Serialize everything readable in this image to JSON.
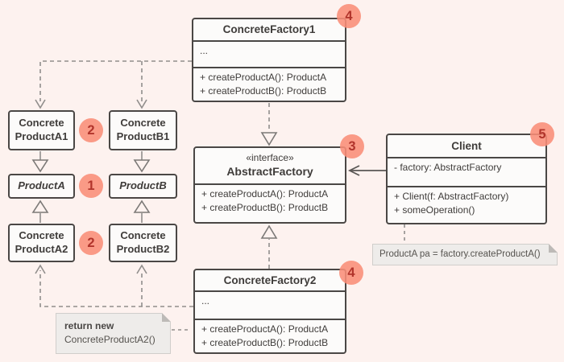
{
  "classes": {
    "concrete_factory1": {
      "title": "ConcreteFactory1",
      "fields": "...",
      "methods": [
        "+ createProductA(): ProductA",
        "+ createProductB(): ProductB"
      ]
    },
    "abstract_factory": {
      "stereotype": "«interface»",
      "title": "AbstractFactory",
      "methods": [
        "+ createProductA(): ProductA",
        "+ createProductB(): ProductB"
      ]
    },
    "concrete_factory2": {
      "title": "ConcreteFactory2",
      "fields": "...",
      "methods": [
        "+ createProductA(): ProductA",
        "+ createProductB(): ProductB"
      ]
    },
    "client": {
      "title": "Client",
      "attributes": [
        "- factory: AbstractFactory"
      ],
      "methods": [
        "+ Client(f: AbstractFactory)",
        "+ someOperation()"
      ]
    },
    "concrete_product_a1": {
      "line1": "Concrete",
      "line2": "ProductA1"
    },
    "concrete_product_b1": {
      "line1": "Concrete",
      "line2": "ProductB1"
    },
    "product_a": {
      "title": "ProductA"
    },
    "product_b": {
      "title": "ProductB"
    },
    "concrete_product_a2": {
      "line1": "Concrete",
      "line2": "ProductA2"
    },
    "concrete_product_b2": {
      "line1": "Concrete",
      "line2": "ProductB2"
    }
  },
  "notes": {
    "client_note": {
      "text": "ProductA pa = factory.createProductA()"
    },
    "factory2_note": {
      "bold": "return new",
      "text": "ConcreteProductA2()"
    }
  },
  "badges": {
    "factory1": "4",
    "products1": "2",
    "products_interface": "1",
    "products2": "2",
    "abstract_factory": "3",
    "factory2": "4",
    "client": "5"
  },
  "colors": {
    "background": "#fdf2ef",
    "box_fill": "#fcfbfa",
    "box_border": "#4a4745",
    "line_gray": "#918e8c",
    "badge_fill": "#f98d77",
    "badge_text": "#b1342b",
    "note_fill": "#eeecea"
  }
}
